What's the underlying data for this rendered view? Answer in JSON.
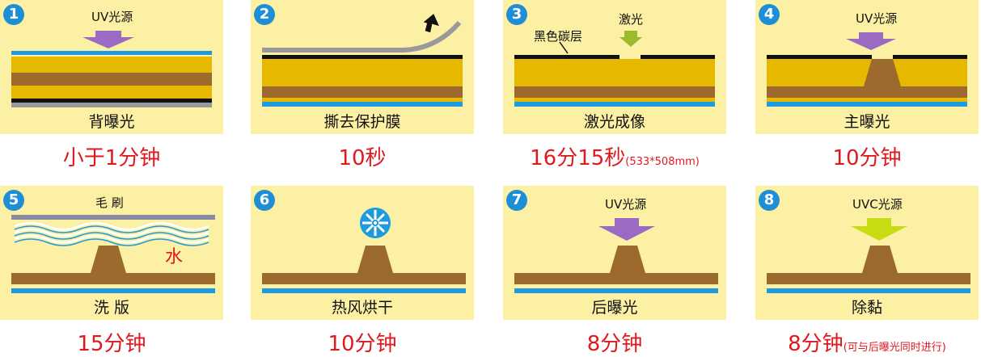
{
  "steps": [
    {
      "n": "1",
      "top_label": "UV光源",
      "label": "背曝光",
      "time": "小于1分钟",
      "note": ""
    },
    {
      "n": "2",
      "top_label": "",
      "label": "撕去保护膜",
      "time": "10秒",
      "note": ""
    },
    {
      "n": "3",
      "top_label": "激光",
      "side_label": "黑色碳层",
      "label": "激光成像",
      "time": "16分15秒",
      "note": "(533*508mm)"
    },
    {
      "n": "4",
      "top_label": "UV光源",
      "label": "主曝光",
      "time": "10分钟",
      "note": ""
    },
    {
      "n": "5",
      "top_label": "毛 刷",
      "water_label": "水",
      "label": "洗 版",
      "time": "15分钟",
      "note": ""
    },
    {
      "n": "6",
      "top_label": "",
      "label": "热风烘干",
      "time": "10分钟",
      "note": ""
    },
    {
      "n": "7",
      "top_label": "UV光源",
      "label": "后曝光",
      "time": "8分钟",
      "note": ""
    },
    {
      "n": "8",
      "top_label": "UVC光源",
      "label": "除黏",
      "time": "8分钟",
      "note": "(可与后曝光同时进行)"
    }
  ],
  "colors": {
    "panel": "#fbf0a4",
    "badge": "#1e8fd6",
    "gold": "#e6b800",
    "brown": "#9c6a2c",
    "blue": "#1e9be0",
    "caption": "#e0191f",
    "uv_arrow": "#9b6bc4",
    "laser_arrow": "#9cba2e",
    "uvc_arrow": "#c8dc14"
  }
}
